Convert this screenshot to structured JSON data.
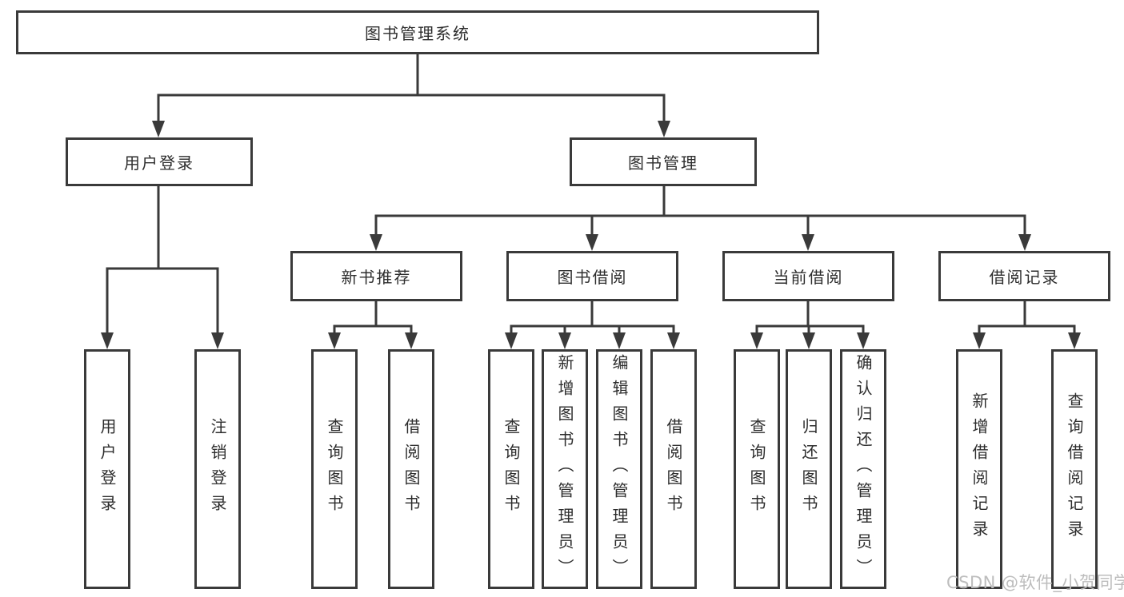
{
  "diagram": {
    "root": {
      "label": "图书管理系统"
    },
    "level1": [
      {
        "label": "用户登录"
      },
      {
        "label": "图书管理"
      }
    ],
    "level2": [
      {
        "label": "新书推荐",
        "parent": "图书管理"
      },
      {
        "label": "图书借阅",
        "parent": "图书管理"
      },
      {
        "label": "当前借阅",
        "parent": "图书管理"
      },
      {
        "label": "借阅记录",
        "parent": "图书管理"
      }
    ],
    "leaves": [
      {
        "label": "用户登录",
        "parent": "用户登录"
      },
      {
        "label": "注销登录",
        "parent": "用户登录"
      },
      {
        "label": "查询图书",
        "parent": "新书推荐"
      },
      {
        "label": "借阅图书",
        "parent": "新书推荐"
      },
      {
        "label": "查询图书",
        "parent": "图书借阅"
      },
      {
        "label": "新增图书（管理员）",
        "parent": "图书借阅"
      },
      {
        "label": "编辑图书（管理员）",
        "parent": "图书借阅"
      },
      {
        "label": "借阅图书",
        "parent": "图书借阅"
      },
      {
        "label": "查询图书",
        "parent": "当前借阅"
      },
      {
        "label": "归还图书",
        "parent": "当前借阅"
      },
      {
        "label": "确认归还（管理员）",
        "parent": "当前借阅"
      },
      {
        "label": "新增借阅记录",
        "parent": "借阅记录"
      },
      {
        "label": "查询借阅记录",
        "parent": "借阅记录"
      }
    ],
    "hierarchy": {
      "图书管理系统": [
        "用户登录",
        "图书管理"
      ],
      "用户登录": [
        "用户登录",
        "注销登录"
      ],
      "图书管理": [
        "新书推荐",
        "图书借阅",
        "当前借阅",
        "借阅记录"
      ],
      "新书推荐": [
        "查询图书",
        "借阅图书"
      ],
      "图书借阅": [
        "查询图书",
        "新增图书（管理员）",
        "编辑图书（管理员）",
        "借阅图书"
      ],
      "当前借阅": [
        "查询图书",
        "归还图书",
        "确认归还（管理员）"
      ],
      "借阅记录": [
        "新增借阅记录",
        "查询借阅记录"
      ]
    }
  },
  "watermark": {
    "text": "CSDN @软件_小贺同学"
  },
  "colors": {
    "line": "#3a3a3a",
    "box_border": "#3a3a3a",
    "text": "#2d2d2d",
    "watermark": "#bdbdbd",
    "background": "#ffffff"
  }
}
